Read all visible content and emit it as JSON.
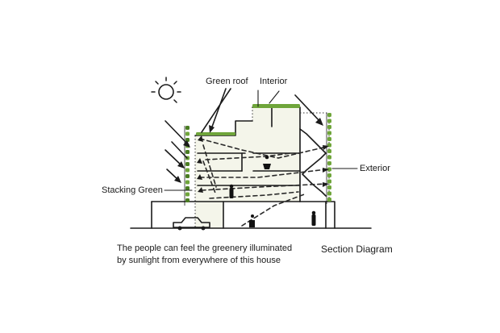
{
  "labels": {
    "green_roof": "Green roof",
    "interior": "Interior",
    "exterior": "Exterior",
    "stacking_green": "Stacking Green",
    "caption_line1": "The people can feel the greenery illuminated",
    "caption_line2": "by sunlight from everywhere of this house",
    "title": "Section Diagram"
  },
  "colors": {
    "green": "#6fa53a",
    "green_dark": "#4a7d22",
    "ink": "#1b1b1b",
    "interior_fill": "#f4f5ea"
  },
  "icons": [
    "sun-icon",
    "car-icon",
    "person-icon"
  ]
}
